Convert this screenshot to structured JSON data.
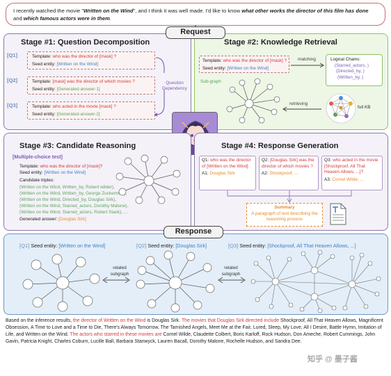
{
  "query": {
    "part1": "I recently watched the movie \"",
    "movie": "Written on the Wind",
    "part2": "\", and I think it was well made. I'd like to know ",
    "q1": "what other works the director of this film has done",
    "part3": " and ",
    "q2": "which famous actors were in them",
    "part4": "."
  },
  "request_label": "Request",
  "response_label": "Response",
  "stage1": {
    "title": "Stage #1: Question Decomposition",
    "dependency_label": "Question Dependency",
    "questions": [
      {
        "tag": "[Q1]",
        "template_label": "Template: ",
        "template": "who was the director of [mask] ?",
        "seed_label": "Seed entity: ",
        "seed": "[Written on the Wind]"
      },
      {
        "tag": "[Q2]",
        "template_label": "Template: ",
        "template": "[mask] was the director of which movies ?",
        "seed_label": "Seed entity: ",
        "seed": "[Generated-answer-1]"
      },
      {
        "tag": "[Q3]",
        "template_label": "Template: ",
        "template": "who acted in the movie [mask] ?",
        "seed_label": "Seed entity: ",
        "seed": "[Generated-answer-2]"
      }
    ]
  },
  "stage2": {
    "title": "Stage #2: Knowledge Retrieval",
    "template_label": "Template: ",
    "template": "who was the director of [mask] ?",
    "seed_label": "Seed entity: ",
    "seed": "[Written on the Wind]",
    "matching_label": "matching",
    "chains_title": "Logical Chains:",
    "chains": [
      "(Starred_actors, )",
      "(Directed_by, )",
      "(Written_by, )"
    ],
    "subgraph_label": "Sub-graph",
    "retrieving_label": "retrieving",
    "fullkb_label": "full KB"
  },
  "stage3": {
    "title": "Stage #3: Candidate Reasoning",
    "test_label": "[Multiple-choice test]",
    "template_label": "Template: ",
    "template": "who was the director of [mask]?",
    "seed_label": "Seed entity: ",
    "seed": "[Written on the Wind]",
    "triples_label": "Candidate triples:",
    "triples": [
      "(Written on the Wind, Written_by, Robert wilder),",
      "(Written on the Wind, Written_by, George Zuckerman),",
      "(Written on the Wind, Directed_by, Douglas Sirk),",
      "(Written on the Wind, Starred_actors, Dorothy Malone),",
      "(Written on the Wind, Starred_actors, Robert Stack), ..."
    ],
    "generated_label": "Generated answer: ",
    "generated": "[Douglas Sirk]"
  },
  "stage4": {
    "title": "Stage #4: Response Generation",
    "steps": [
      {
        "q": "Q1: ",
        "text": "who was the director of [Written on the Wind]",
        "a": "A1: ",
        "answer": "Douglas Sirk"
      },
      {
        "q": "Q2: ",
        "text": "[Douglas Sirk] was the director of which movies ?",
        "a": "A2: ",
        "answer": "Shockproof, ..."
      },
      {
        "q": "Q3: ",
        "text": "who acted in the movie [Shockproof, All That Heaven Allows, ...]?",
        "a": "A3: ",
        "answer": "Cornel Wilde, ..."
      }
    ],
    "summary_title": "Summary",
    "summary_text": "A paragraph of text describing the reasoning process"
  },
  "response": {
    "seeds": [
      {
        "tag": "[Q1]",
        "label": " Seed entity: ",
        "value": "[Written on the Wind]"
      },
      {
        "tag": "[Q2]",
        "label": " Seed entity: ",
        "value": "[Douglas Sirk]"
      },
      {
        "tag": "[Q3]",
        "label": " Seed entity: ",
        "value": "[Shockproof, All That Heaven Allows, ...]"
      }
    ],
    "related_label_1": "related",
    "related_label_2": "subgraph"
  },
  "answer": {
    "p1": "Based on the inference results, ",
    "h1": "the director of Written on the Wind",
    "p2": " is Douglas Sirk. ",
    "h2": "The movies that Douglas Sirk directed include",
    "p3": " Shockproof, All That Heaven Allows, Magnificent Obsession, A Time to Love and a Time to Die, There's Always Tomorrow, The Tarnished Angels, Meet Me at the Fair, Lured, Sleep, My Love, All I Desire, Battle Hymn, Imitation of Life, and Written on the Wind. ",
    "h3": "The actors who starred in these movies are",
    "p4": " Cornel Wilde, Claudette Colbert, Boris Karloff, Rock Hudson, Don Ameche, Robert Cummings, John Gavin, Patricia Knight, Charles Coburn, Lucille Ball, Barbara Stanwyck, Lauren Bacall, Dorothy Malone, Rochelle Hudson, and Sandra Dee."
  },
  "watermark": "知乎 @ 墨子酱",
  "colors": {
    "stage_purple": "#8a79ad",
    "stage_green": "#8fbf64",
    "response_blue": "#6b95c2",
    "highlight_red": "#d23a3a",
    "seed_blue": "#3f7fc4",
    "answer_orange": "#e88a28"
  }
}
